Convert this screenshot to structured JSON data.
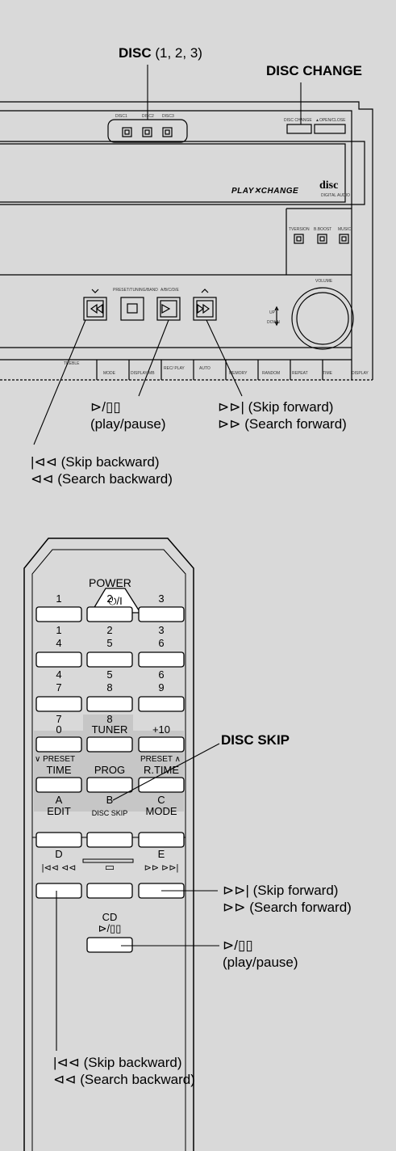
{
  "callouts": {
    "disc_title": "DISC",
    "disc_numbers": "(1, 2, 3)",
    "disc_change": "DISC CHANGE",
    "play_pause_sym": "⊳/▯▯",
    "play_pause_text": "(play/pause)",
    "skip_forward": "(Skip forward)",
    "search_forward": "(Search forward)",
    "skip_backward": "(Skip backward)",
    "search_backward": "(Search backward)",
    "disc_skip": "DISC SKIP",
    "remote_play_pause_text": "(play/pause)",
    "remote_skip_forward": "(Skip forward)",
    "remote_search_forward": "(Search forward)",
    "remote_skip_backward": "(Skip backward)",
    "remote_search_backward": "(Search backward)"
  },
  "unit": {
    "disc_buttons": [
      "DISC1",
      "DISC2",
      "DISC3"
    ],
    "disc_change_small": "DISC CHANGE",
    "open_close": "▲OPEN/CLOSE",
    "playxchange_logo": "PLAY✕CHANGE",
    "compact_disc_logo": "disc",
    "digital_audio": "DIGITAL AUDIO",
    "right_buttons": [
      "TVERSION",
      "B.BOOST",
      "MUSIC"
    ],
    "preset_tuning_band": "PRESET/TUNING/BAND",
    "abcde": "A/B/C/D/E",
    "volume": "VOLUME",
    "up": "UP",
    "down": "DOWN",
    "treble": "TREBLE",
    "bottom_row": [
      "MODE",
      "DISPLAY MB",
      "REC/ PLAY",
      "AUTO",
      "MEMORY",
      "RANDOM",
      "REPEAT",
      "TIME",
      "DISPLAY"
    ]
  },
  "remote": {
    "power": "POWER",
    "power_symbol": "⏻/I",
    "number_rows": [
      [
        "1",
        "2",
        "3"
      ],
      [
        "4",
        "5",
        "6"
      ],
      [
        "7",
        "8",
        "9"
      ],
      [
        "0",
        "TUNER",
        "+10"
      ]
    ],
    "letter_rows": [
      [
        "1",
        "2",
        "3"
      ],
      [
        "4",
        "5",
        "6"
      ],
      [
        "7",
        "8",
        ""
      ]
    ],
    "preset_down": "∨ PRESET",
    "preset_up": "PRESET ∧",
    "row_time": [
      "TIME",
      "PROG",
      "R.TIME"
    ],
    "row_abc": [
      "A",
      "B",
      "C"
    ],
    "row_edit": [
      "EDIT",
      "DISC SKIP",
      "MODE"
    ],
    "row_de": [
      "D",
      "",
      "E"
    ],
    "cd_label": "CD",
    "cd_play": "⊳/▯▯"
  },
  "colors": {
    "background": "#d9d9d9",
    "stroke": "#000000"
  }
}
